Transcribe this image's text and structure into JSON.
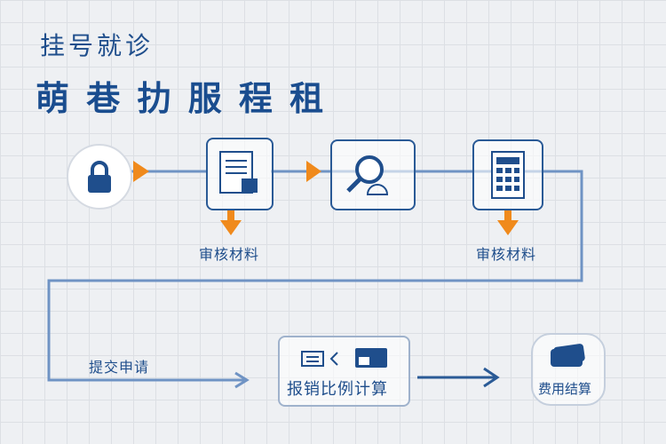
{
  "title": {
    "line1": "挂号就诊",
    "line2": "萌 巷 扐 服 程 租"
  },
  "steps": {
    "review1": "审核材料",
    "review2": "审核材料",
    "submit": "提交申请",
    "ratio": "报销比例计算",
    "settle": "费用结算"
  },
  "colors": {
    "primary": "#1f4e8c",
    "accent": "#f08a1c",
    "line": "#6f93c4"
  }
}
